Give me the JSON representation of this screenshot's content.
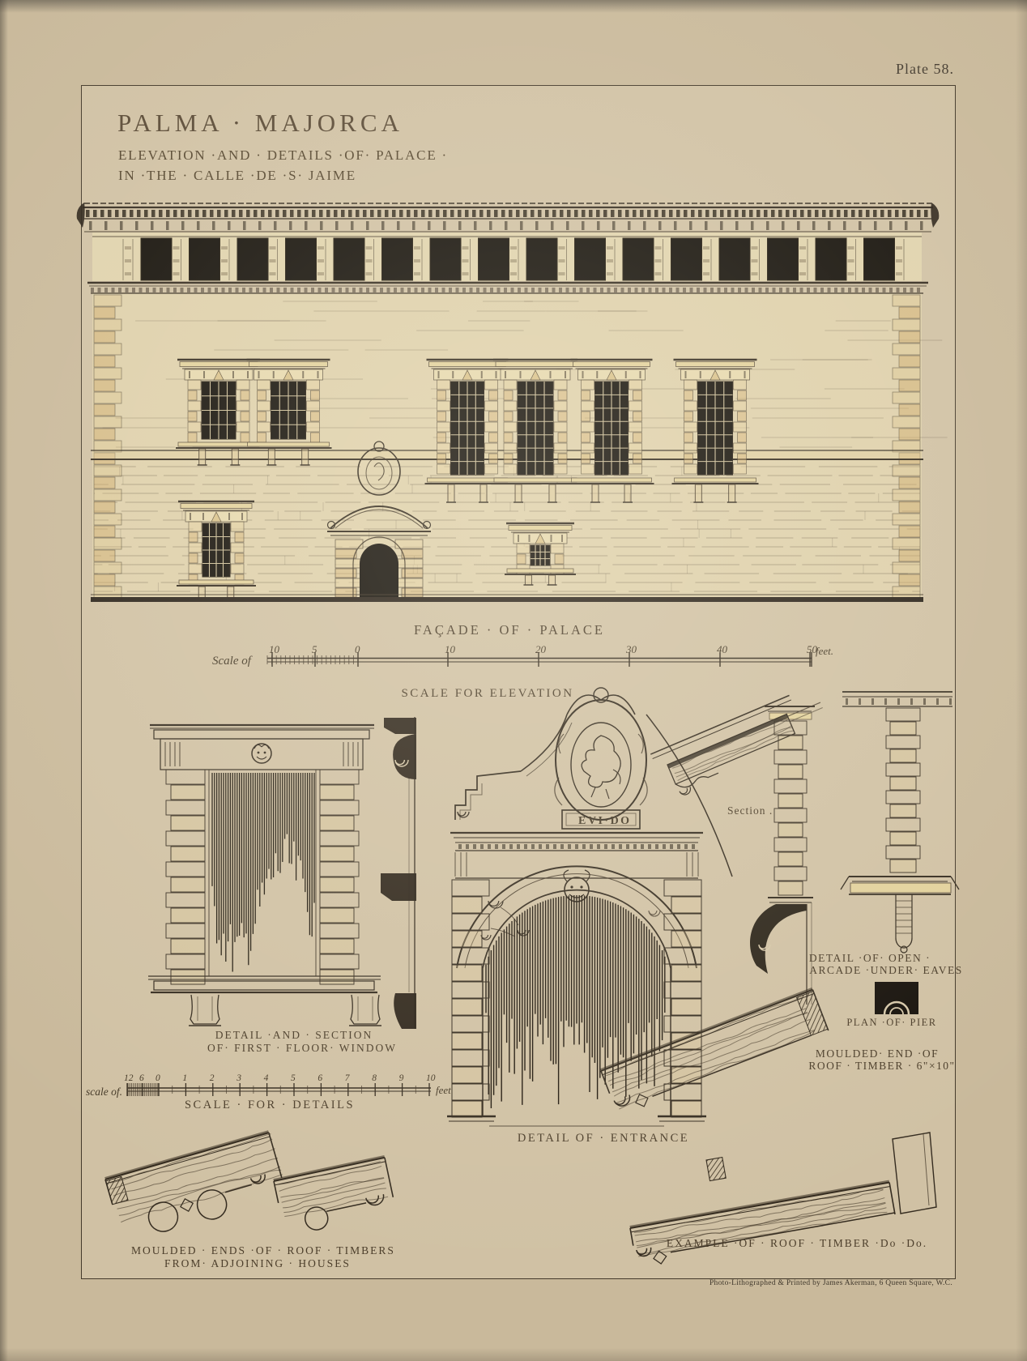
{
  "plate": {
    "number_label": "Plate 58."
  },
  "title": {
    "line1": "PALMA · MAJORCA",
    "line2": "ELEVATION ·AND · DETAILS ·OF· PALACE ·",
    "line3": "IN ·THE · CALLE ·DE ·S· JAIME"
  },
  "facade": {
    "caption": "FAÇADE  ·  OF  ·  PALACE"
  },
  "elevation_scale": {
    "prefix": "Scale  of",
    "labels": [
      "10",
      "5",
      "0",
      "10",
      "20",
      "30",
      "40",
      "50"
    ],
    "unit": "feet.",
    "caption": "SCALE  FOR  ELEVATION"
  },
  "details_scale": {
    "prefix": "scale  of.",
    "labels": [
      "12",
      "6",
      "0",
      "1",
      "2",
      "3",
      "4",
      "5",
      "6",
      "7",
      "8",
      "9",
      "10"
    ],
    "unit": "feet",
    "caption": "SCALE · FOR · DETAILS"
  },
  "window_detail": {
    "caption_line1": "DETAIL ·AND · SECTION",
    "caption_line2": "OF· FIRST · FLOOR· WINDOW"
  },
  "entrance_detail": {
    "plaque": "EVI·DO",
    "section_label": "Section .",
    "caption": "DETAIL  OF ·  ENTRANCE"
  },
  "arcade_detail": {
    "caption_line1": "DETAIL ·OF· OPEN ·",
    "caption_line2": "ARCADE ·UNDER· EAVES",
    "pier_plan_caption": "PLAN ·OF· PIER"
  },
  "roof_timber": {
    "moulded_end_line1": "MOULDED· END ·OF",
    "moulded_end_line2": "ROOF · TIMBER · 6\"×10\"",
    "example_caption": "EXAMPLE ·OF · ROOF ·  TIMBER  ·Do ·Do.",
    "adjoining_line1": "MOULDED  · ENDS  ·OF ·  ROOF ·  TIMBERS",
    "adjoining_line2": "FROM·  ADJOINING  · HOUSES"
  },
  "imprint": "Photo-Lithographed & Printed by James Akerman, 6 Queen Square, W.C.",
  "colors": {
    "paper": "#c9b99b",
    "plate_paper": "#d9cbad",
    "ink": "#352c20",
    "stone_wall": "#ded0ab",
    "stone_tint": "#e2d19c",
    "quoin_tint": "#d9c28c",
    "opening_black": "#14100a"
  }
}
